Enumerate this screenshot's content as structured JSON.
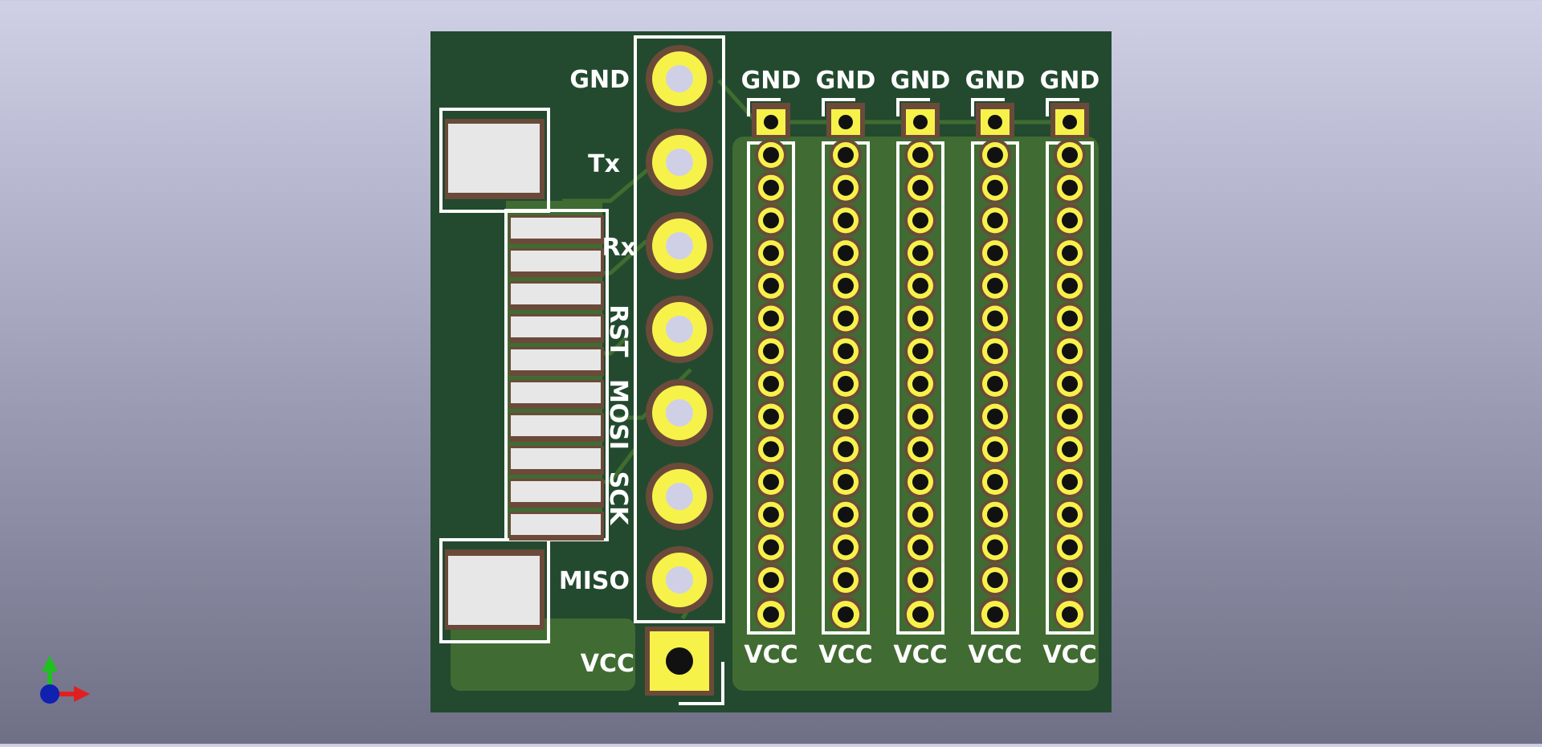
{
  "board": {
    "colors": {
      "background_top": "#cfd0e6",
      "background_bottom": "#6f6f86",
      "board": "#234a2f",
      "copper_pour": "#406b32",
      "trace": "#3f6d30",
      "silkscreen": "#ffffff",
      "pad": "#f7f24a",
      "pad_ring": "#6b4a3a",
      "drill": "#000000",
      "smd_pad": "#e7e7e7"
    },
    "header_labels": [
      "GND",
      "Tx",
      "Rx",
      "RST",
      "MOSI",
      "SCK",
      "MISO",
      "VCC"
    ],
    "column_top_labels": [
      "GND",
      "GND",
      "GND",
      "GND",
      "GND"
    ],
    "column_bottom_labels": [
      "VCC",
      "VCC",
      "VCC",
      "VCC",
      "VCC"
    ],
    "hole_rows": 15
  },
  "axis_gizmo": {
    "x_color": "#e02020",
    "y_color": "#20c020",
    "z_color": "#1020b0"
  }
}
